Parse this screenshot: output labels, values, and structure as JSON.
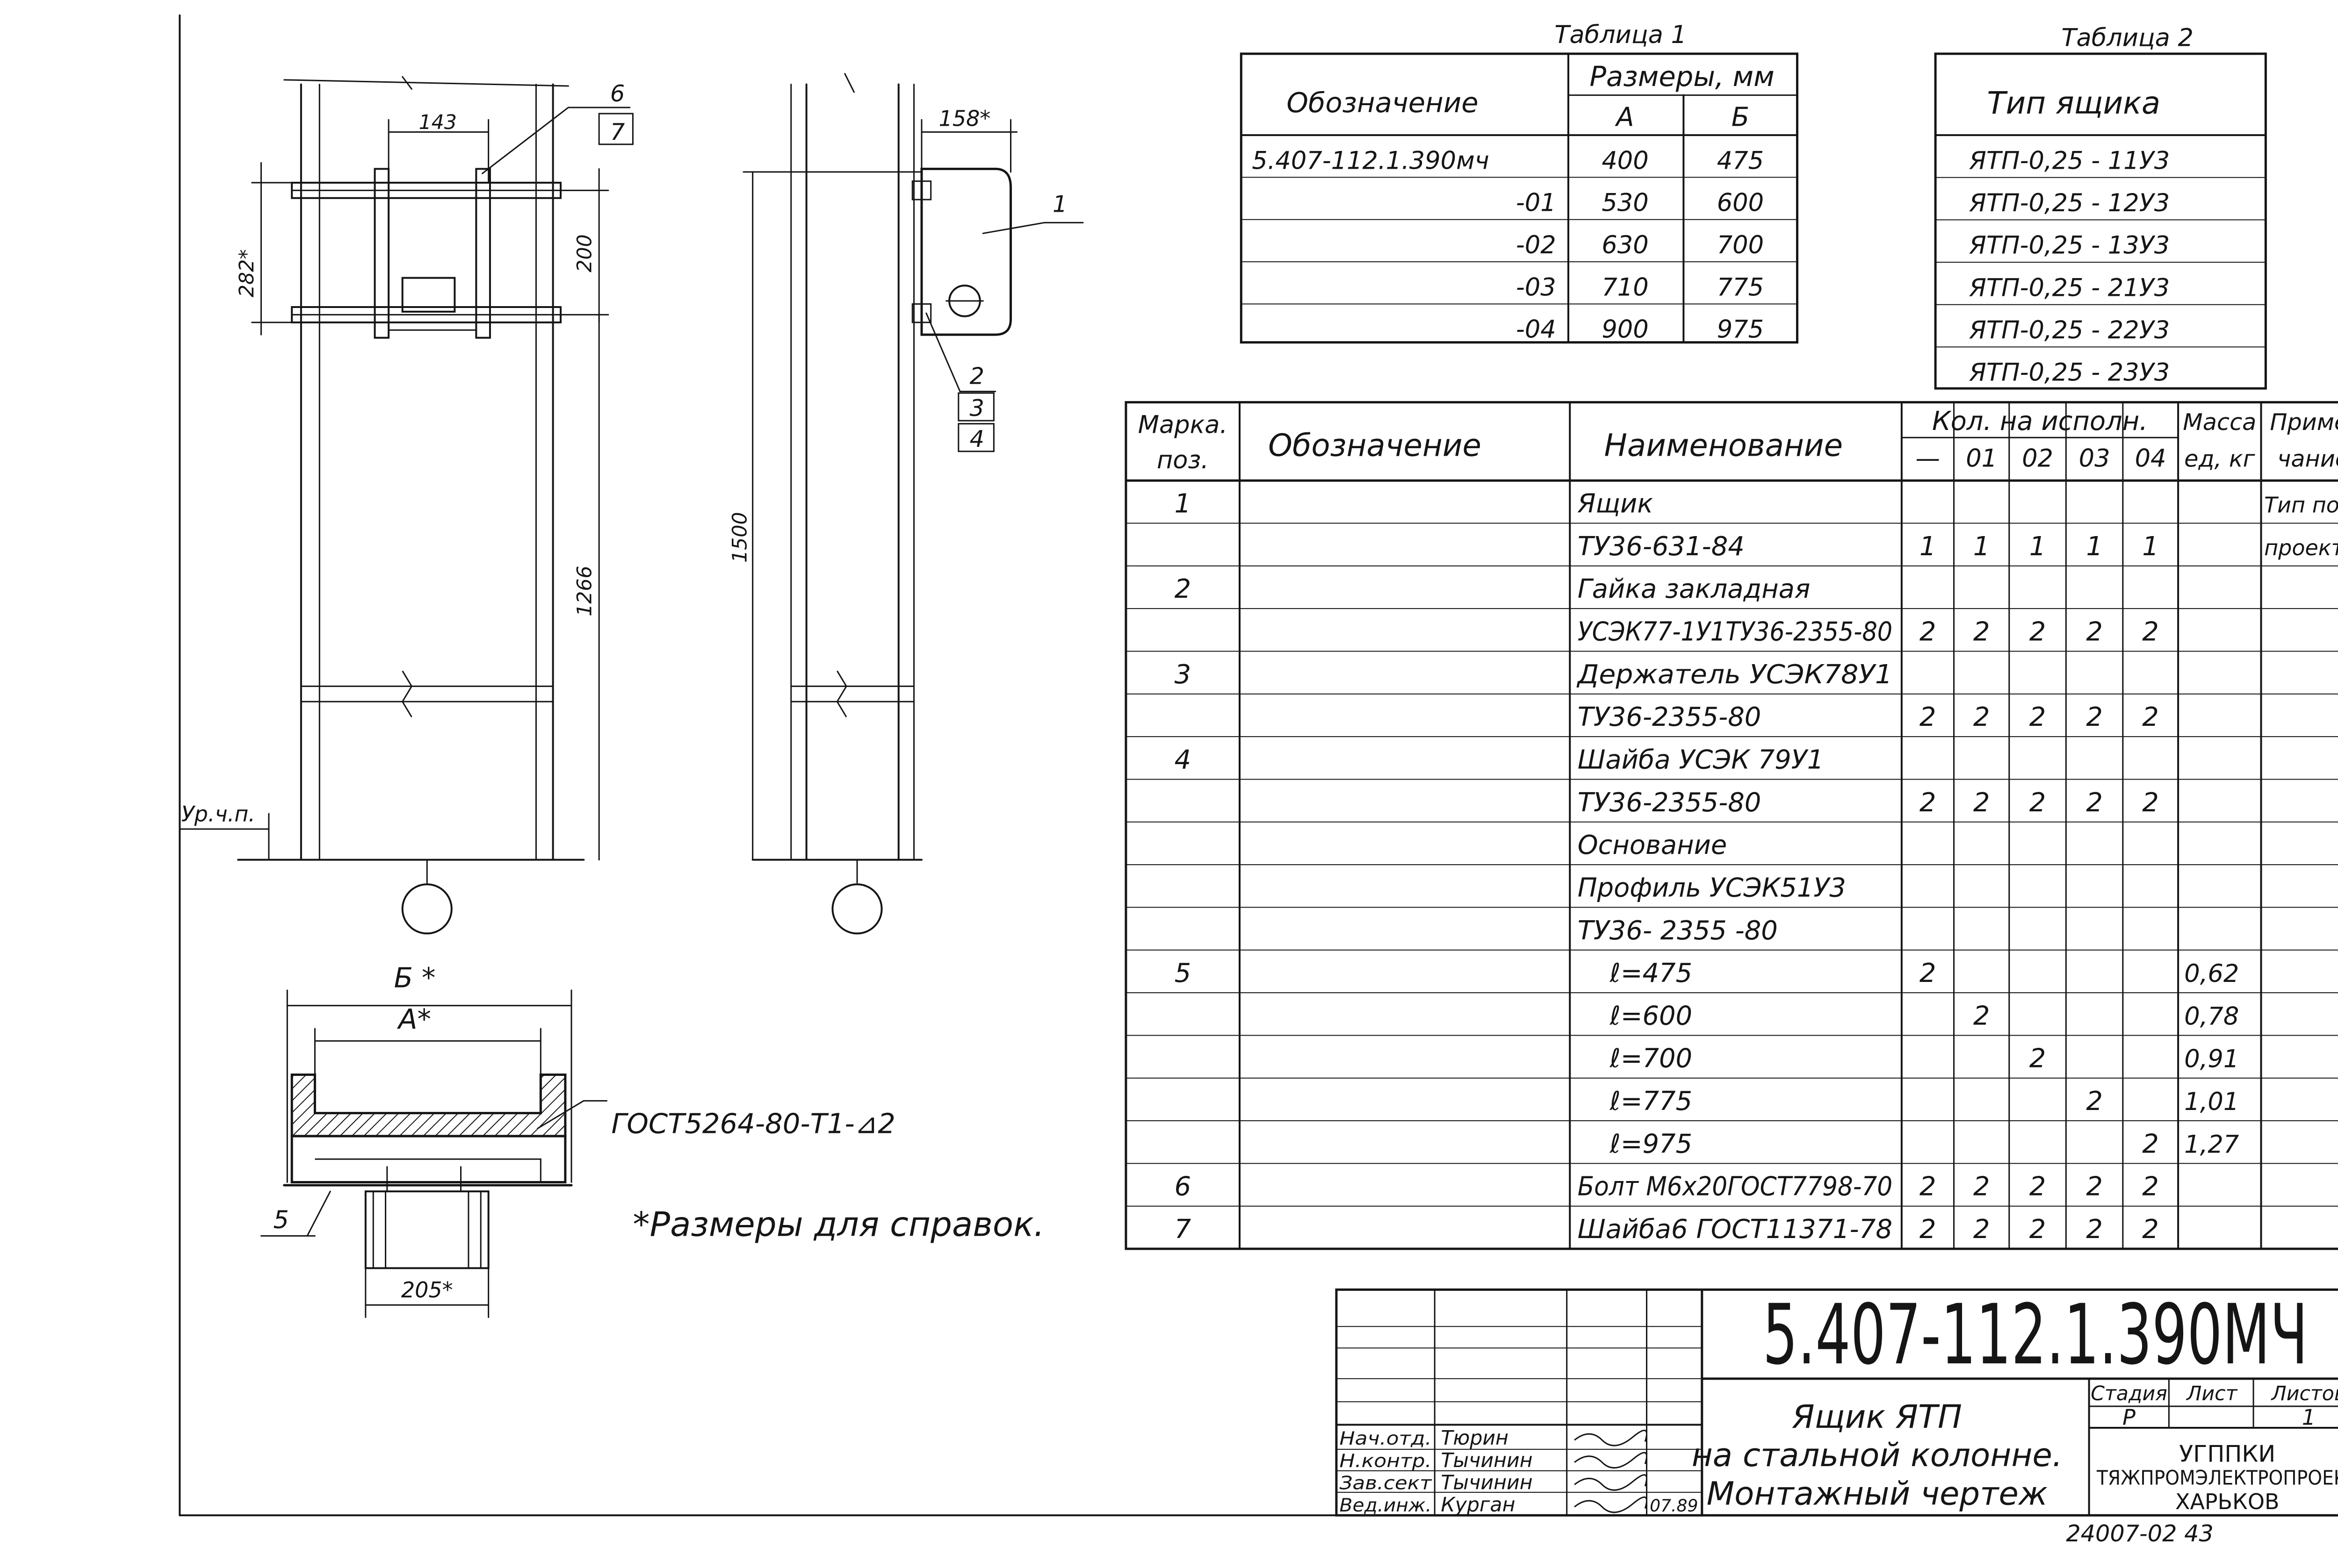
{
  "table1": {
    "caption": "Таблица 1",
    "header_designation": "Обозначение",
    "header_sizes": "Размеры, мм",
    "header_a": "А",
    "header_b": "Б",
    "rows": [
      {
        "designation": "5.407-112.1.390мч",
        "a": "400",
        "b": "475"
      },
      {
        "designation": "-01",
        "a": "530",
        "b": "600"
      },
      {
        "designation": "-02",
        "a": "630",
        "b": "700"
      },
      {
        "designation": "-03",
        "a": "710",
        "b": "775"
      },
      {
        "designation": "-04",
        "a": "900",
        "b": "975"
      }
    ]
  },
  "table2": {
    "caption": "Таблица 2",
    "header": "Тип ящика",
    "rows": [
      "ЯТП-0,25 - 11У3",
      "ЯТП-0,25 - 12У3",
      "ЯТП-0,25 - 13У3",
      "ЯТП-0,25 - 21У3",
      "ЯТП-0,25 - 22У3",
      "ЯТП-0,25 - 23У3"
    ]
  },
  "spec": {
    "h_mark": "Марка поз.",
    "h_mark_1": "Марка.",
    "h_mark_2": "поз.",
    "h_designation": "Обозначение",
    "h_name": "Наименование",
    "h_qty": "Кол. на исполн.",
    "h_qty_cols": [
      "—",
      "01",
      "02",
      "03",
      "04"
    ],
    "h_mass_1": "Масса",
    "h_mass_2": "ед, кг",
    "h_note_1": "Приме-",
    "h_note_2": "чание",
    "rows": [
      {
        "pos": "1",
        "name": "Ящик",
        "q": [
          "",
          "",
          "",
          "",
          ""
        ],
        "mass": "",
        "note": "Тип по"
      },
      {
        "pos": "",
        "name": "ТУ36-631-84",
        "q": [
          "1",
          "1",
          "1",
          "1",
          "1"
        ],
        "mass": "",
        "note": "проекту"
      },
      {
        "pos": "2",
        "name": "Гайка закладная",
        "q": [
          "",
          "",
          "",
          "",
          ""
        ],
        "mass": "",
        "note": ""
      },
      {
        "pos": "",
        "name": "УСЭК77-1У1ТУ36-2355-80",
        "q": [
          "2",
          "2",
          "2",
          "2",
          "2"
        ],
        "mass": "",
        "note": ""
      },
      {
        "pos": "3",
        "name": "Держатель УСЭК78У1",
        "q": [
          "",
          "",
          "",
          "",
          ""
        ],
        "mass": "",
        "note": ""
      },
      {
        "pos": "",
        "name": "ТУ36-2355-80",
        "q": [
          "2",
          "2",
          "2",
          "2",
          "2"
        ],
        "mass": "",
        "note": ""
      },
      {
        "pos": "4",
        "name": "Шайба УСЭК 79У1",
        "q": [
          "",
          "",
          "",
          "",
          ""
        ],
        "mass": "",
        "note": ""
      },
      {
        "pos": "",
        "name": "ТУ36-2355-80",
        "q": [
          "2",
          "2",
          "2",
          "2",
          "2"
        ],
        "mass": "",
        "note": ""
      },
      {
        "pos": "",
        "name": "Основание",
        "q": [
          "",
          "",
          "",
          "",
          ""
        ],
        "mass": "",
        "note": ""
      },
      {
        "pos": "",
        "name": "Профиль УСЭК51У3",
        "q": [
          "",
          "",
          "",
          "",
          ""
        ],
        "mass": "",
        "note": ""
      },
      {
        "pos": "",
        "name": "ТУ36- 2355 -80",
        "q": [
          "",
          "",
          "",
          "",
          ""
        ],
        "mass": "",
        "note": ""
      },
      {
        "pos": "5",
        "name": "ℓ=475",
        "q": [
          "2",
          "",
          "",
          "",
          ""
        ],
        "mass": "0,62",
        "note": ""
      },
      {
        "pos": "",
        "name": "ℓ=600",
        "q": [
          "",
          "2",
          "",
          "",
          ""
        ],
        "mass": "0,78",
        "note": ""
      },
      {
        "pos": "",
        "name": "ℓ=700",
        "q": [
          "",
          "",
          "2",
          "",
          ""
        ],
        "mass": "0,91",
        "note": ""
      },
      {
        "pos": "",
        "name": "ℓ=775",
        "q": [
          "",
          "",
          "",
          "2",
          ""
        ],
        "mass": "1,01",
        "note": ""
      },
      {
        "pos": "",
        "name": "ℓ=975",
        "q": [
          "",
          "",
          "",
          "",
          "2"
        ],
        "mass": "1,27",
        "note": ""
      },
      {
        "pos": "6",
        "name": "Болт М6х20ГОСТ7798-70",
        "q": [
          "2",
          "2",
          "2",
          "2",
          "2"
        ],
        "mass": "",
        "note": ""
      },
      {
        "pos": "7",
        "name": "Шайба6 ГОСТ11371-78",
        "q": [
          "2",
          "2",
          "2",
          "2",
          "2"
        ],
        "mass": "",
        "note": ""
      }
    ]
  },
  "drawing": {
    "dim_143": "143",
    "dim_282": "282*",
    "dim_200": "200",
    "dim_1266": "1266",
    "dim_1500": "1500",
    "dim_158": "158*",
    "dim_b": "Б *",
    "dim_a": "А*",
    "dim_205": "205*",
    "level": "Ур.ч.п.",
    "weld": "ГОСТ5264-80-Т1-⊿2",
    "note": "*Размеры для справок.",
    "callouts": [
      "1",
      "2",
      "3",
      "4",
      "5",
      "6",
      "7"
    ]
  },
  "title_block": {
    "doc_number": "5.407-112.1.390МЧ",
    "title_1": "Ящик ЯТП",
    "title_2": "на стальной колонне.",
    "title_3": "Монтажный чертеж",
    "stage_h": "Стадия",
    "sheet_h": "Лист",
    "sheets_h": "Листов",
    "stage": "Р",
    "sheet": "",
    "sheets": "1",
    "org_1": "УГППКИ",
    "org_2": "ТЯЖПРОМЭЛЕКТРОПРОЕКТ",
    "org_3": "ХАРЬКОВ",
    "signers": [
      {
        "role": "Нач.отд.",
        "name": "Тюрин",
        "date": ""
      },
      {
        "role": "Н.контр.",
        "name": "Тычинин",
        "date": ""
      },
      {
        "role": "Зав.сект",
        "name": "Тычинин",
        "date": ""
      },
      {
        "role": "Вед.инж.",
        "name": "Курган",
        "date": "07.89"
      }
    ]
  },
  "footer": "24007-02   43"
}
